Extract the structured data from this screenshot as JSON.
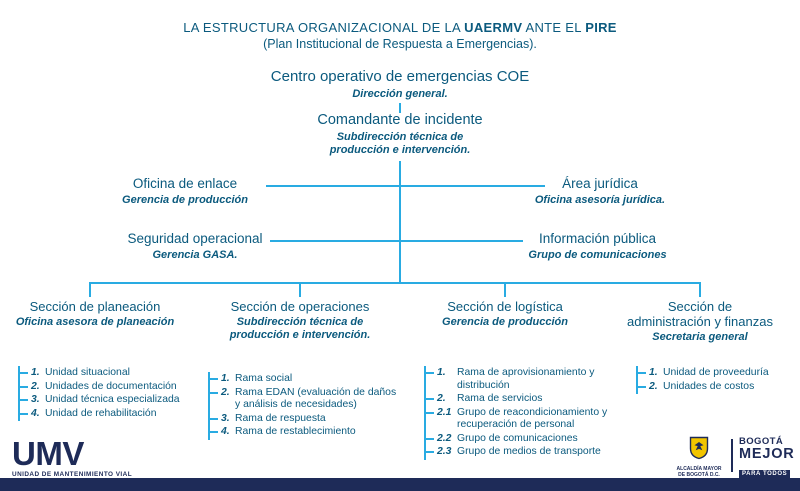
{
  "colors": {
    "ink": "#0b5a7e",
    "line": "#29abe2",
    "navy": "#1e2b58",
    "gold": "#f2c500"
  },
  "title": {
    "part1": "LA ESTRUCTURA ORGANIZACIONAL DE LA ",
    "bold1": "UAERMV",
    "part2": " ANTE EL ",
    "bold2": "PIRE",
    "subtitle": "(Plan Institucional de Respuesta a Emergencias)."
  },
  "nodes": {
    "coe": {
      "label": "Centro operativo de emergencias COE",
      "sub": "Dirección general."
    },
    "comandante": {
      "label": "Comandante de incidente",
      "sub": "Subdirección técnica de producción e intervención."
    },
    "enlace": {
      "label": "Oficina de enlace",
      "sub": "Gerencia de producción"
    },
    "juridica": {
      "label": "Área jurídica",
      "sub": "Oficina asesoría jurídica."
    },
    "seguridad": {
      "label": "Seguridad operacional",
      "sub": "Gerencia GASA."
    },
    "informacion": {
      "label": "Información pública",
      "sub": "Grupo de comunicaciones"
    }
  },
  "sections": [
    {
      "title": "Sección de planeación",
      "sub": "Oficina asesora de planeación",
      "items": [
        {
          "num": "1.",
          "text": "Unidad situacional"
        },
        {
          "num": "2.",
          "text": "Unidades de documentación"
        },
        {
          "num": "3.",
          "text": "Unidad técnica especializada"
        },
        {
          "num": "4.",
          "text": "Unidad de rehabilitación"
        }
      ]
    },
    {
      "title": "Sección de operaciones",
      "sub": "Subdirección técnica de producción e intervención.",
      "items": [
        {
          "num": "1.",
          "text": "Rama social"
        },
        {
          "num": "2.",
          "text": "Rama EDAN (evaluación de daños y análisis de necesidades)"
        },
        {
          "num": "3.",
          "text": "Rama de respuesta"
        },
        {
          "num": "4.",
          "text": "Rama de restablecimiento"
        }
      ]
    },
    {
      "title": "Sección de logística",
      "sub": "Gerencia de producción",
      "items": [
        {
          "num": "1.",
          "text": "Rama de aprovisionamiento y distribución"
        },
        {
          "num": "2.",
          "text": "Rama de servicios"
        },
        {
          "num": "2.1",
          "text": "Grupo de reacondicionamiento y recuperación de personal"
        },
        {
          "num": "2.2",
          "text": "Grupo de comunicaciones"
        },
        {
          "num": "2.3",
          "text": "Grupo de medios de transporte"
        }
      ]
    },
    {
      "title": "Sección de administración y finanzas",
      "sub": "Secretaria general",
      "items": [
        {
          "num": "1.",
          "text": "Unidad de proveeduría"
        },
        {
          "num": "2.",
          "text": "Unidades de costos"
        }
      ]
    }
  ],
  "footer": {
    "umv_wordmark": "UMV",
    "umv_tagline": "UNIDAD DE MANTENIMIENTO VIAL",
    "alcaldia_line1": "ALCALDÍA MAYOR",
    "alcaldia_line2": "DE BOGOTÁ D.C.",
    "shield_icon": "bogota-coat-of-arms",
    "bogota_word": "BOGOTÁ",
    "mejor_word": "MEJOR",
    "para_todos": "PARA TODOS"
  }
}
